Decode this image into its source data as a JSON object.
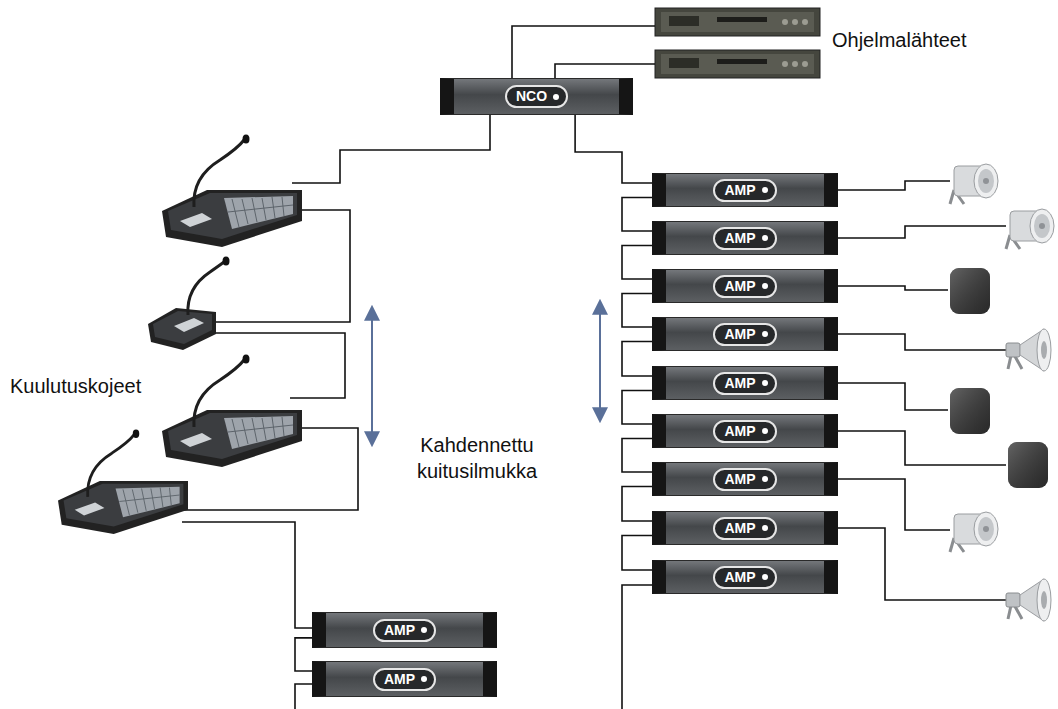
{
  "diagram": {
    "nodes": [
      {
        "text": [
          "NCO"
        ]
      },
      {
        "text": [
          "AMP"
        ]
      },
      {
        "text": [
          "AMP"
        ]
      },
      {
        "text": [
          "AMP"
        ]
      },
      {
        "text": [
          "AMP"
        ]
      },
      {
        "text": [
          "AMP"
        ]
      },
      {
        "text": [
          "AMP"
        ]
      },
      {
        "text": [
          "AMP"
        ]
      },
      {
        "text": [
          "AMP"
        ]
      },
      {
        "text": [
          "AMP"
        ]
      },
      {
        "text": [
          "AMP"
        ]
      },
      {
        "text": [
          "AMP"
        ]
      }
    ],
    "edges": [
      {
        "from": 0,
        "to": 1,
        "arrow": "none"
      },
      {
        "from": 1,
        "to": 2,
        "arrow": "none"
      },
      {
        "from": 2,
        "to": 3,
        "arrow": "none"
      },
      {
        "from": 3,
        "to": 4,
        "arrow": "none"
      },
      {
        "from": 4,
        "to": 5,
        "arrow": "none"
      },
      {
        "from": 5,
        "to": 6,
        "arrow": "none"
      },
      {
        "from": 6,
        "to": 7,
        "arrow": "none"
      },
      {
        "from": 7,
        "to": 8,
        "arrow": "none"
      },
      {
        "from": 8,
        "to": 9,
        "arrow": "none"
      },
      {
        "from": 10,
        "to": 11,
        "arrow": "none"
      }
    ],
    "labels": [
      "Ohjelmalähteet",
      "Kuulutuskojeet",
      "Kahdennettu kuitusilmukka"
    ]
  }
}
